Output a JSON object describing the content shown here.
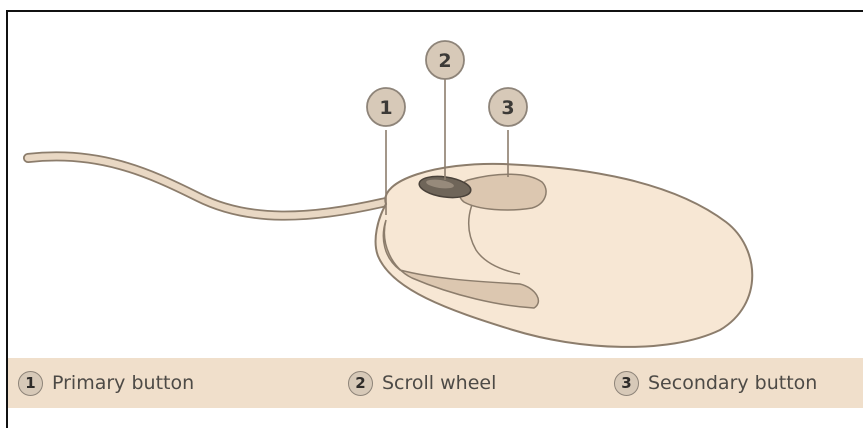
{
  "callouts": [
    {
      "number": "1",
      "label": "Primary button"
    },
    {
      "number": "2",
      "label": "Scroll wheel"
    },
    {
      "number": "3",
      "label": "Secondary button"
    }
  ],
  "colors": {
    "mouse_body": "#f7e7d4",
    "mouse_outline": "#8c7d6c",
    "button_groove": "#dcc7b0",
    "legend_background": "#f0dfcb",
    "badge_fill": "#d7c9b8",
    "frame_border": "#111111"
  }
}
